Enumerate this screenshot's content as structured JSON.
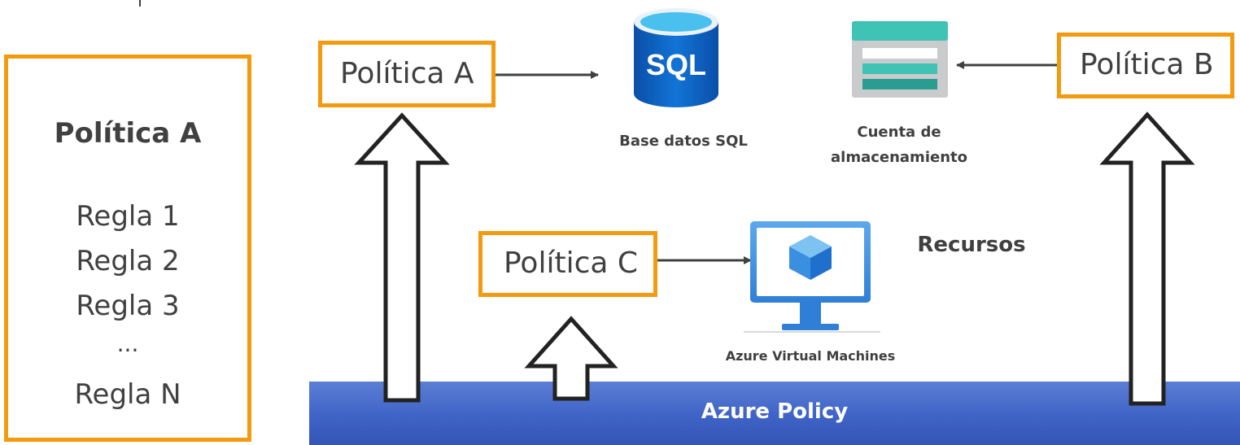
{
  "left_panel": {
    "title": "Política A",
    "rules": [
      "Regla 1",
      "Regla 2",
      "Regla 3",
      "...",
      "Regla N"
    ]
  },
  "policies": {
    "a": "Política A",
    "b": "Política B",
    "c": "Política C"
  },
  "resources": {
    "section_title": "Recursos",
    "sql": {
      "label": "Base datos SQL",
      "icon_text": "SQL"
    },
    "storage": {
      "label_line1": "Cuenta de",
      "label_line2": "almacenamiento"
    },
    "vm": {
      "label": "Azure Virtual Machines"
    }
  },
  "bar_label": "Azure Policy",
  "colors": {
    "accent_orange": "#f39a0e",
    "azure_blue": "#3f63c6",
    "text_dark": "#404040",
    "storage_teal": "#3ec3b4"
  },
  "icons": [
    "sql-database-icon",
    "storage-account-icon",
    "virtual-machine-icon",
    "up-arrow-icon",
    "right-arrow-icon",
    "left-arrow-icon"
  ]
}
